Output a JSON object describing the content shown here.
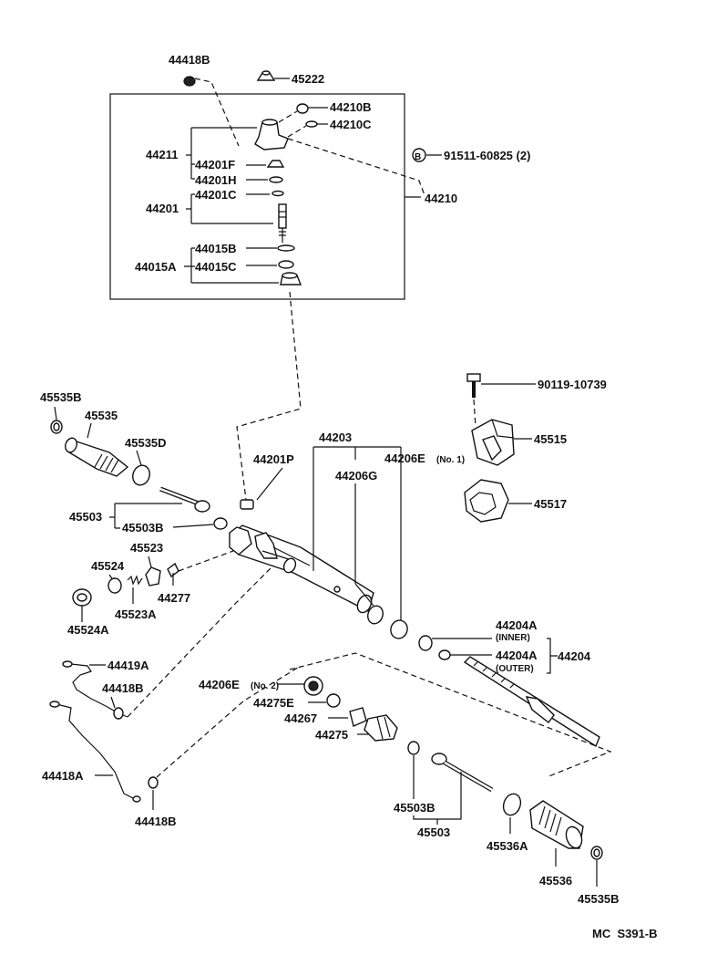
{
  "labels": {
    "p44418B_top": "44418B",
    "p45222": "45222",
    "p44210B": "44210B",
    "p44210C": "44210C",
    "p44211": "44211",
    "p44201F": "44201F",
    "p44201H": "44201H",
    "p44201C": "44201C",
    "p44201": "44201",
    "p44015B": "44015B",
    "p44015A": "44015A",
    "p44015C": "44015C",
    "p91511": "91511-60825 (2)",
    "p44210": "44210",
    "bolt_marker": "B",
    "p45535B_left": "45535B",
    "p45535": "45535",
    "p45535D": "45535D",
    "p90119": "90119-10739",
    "p45515": "45515",
    "p44203": "44203",
    "p44201P": "44201P",
    "p44206E_1": "44206E",
    "p44206E_1_note": "(No. 1)",
    "p44206G": "44206G",
    "p45517": "45517",
    "p45503_left": "45503",
    "p45503B_left": "45503B",
    "p45523": "45523",
    "p45524": "45524",
    "p44277": "44277",
    "p45523A": "45523A",
    "p45524A": "45524A",
    "p44204A_inner": "44204A",
    "p44204A_inner_note": "(INNER)",
    "p44204A_outer": "44204A",
    "p44204A_outer_note": "(OUTER)",
    "p44204": "44204",
    "p44419A": "44419A",
    "p44418B_mid": "44418B",
    "p44206E_2": "44206E",
    "p44206E_2_note": "(No. 2)",
    "p44275E": "44275E",
    "p44267": "44267",
    "p44275": "44275",
    "p44418A": "44418A",
    "p44418B_bottom": "44418B",
    "p45503B_right": "45503B",
    "p45503_right": "45503",
    "p45536A": "45536A",
    "p45536": "45536",
    "p45535B_right": "45535B",
    "diagram_code": "MC  S391-B"
  }
}
